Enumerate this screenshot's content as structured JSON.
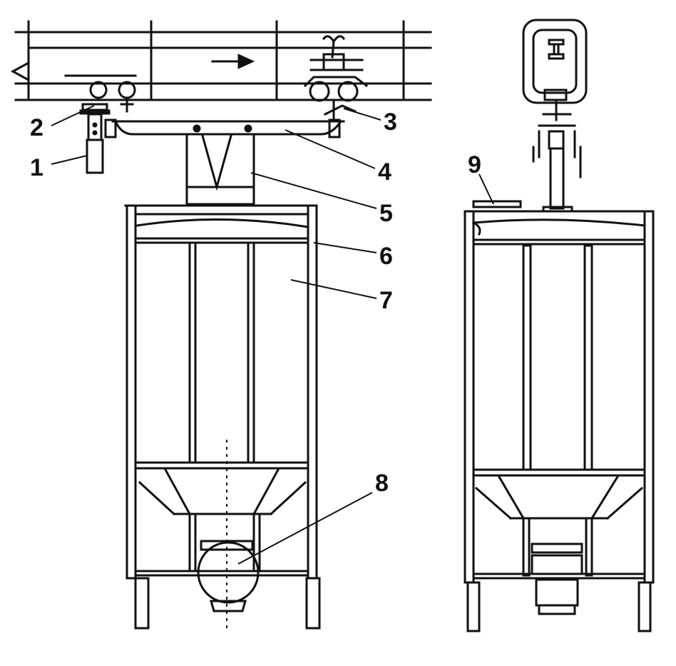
{
  "labels": {
    "l1": "1",
    "l2": "2",
    "l3": "3",
    "l4": "4",
    "l5": "5",
    "l6": "6",
    "l7": "7",
    "l8": "8",
    "l9": "9"
  },
  "arrow_icon": "arrow-right-icon",
  "colors": {
    "ink": "#111111",
    "paper": "#ffffff"
  }
}
